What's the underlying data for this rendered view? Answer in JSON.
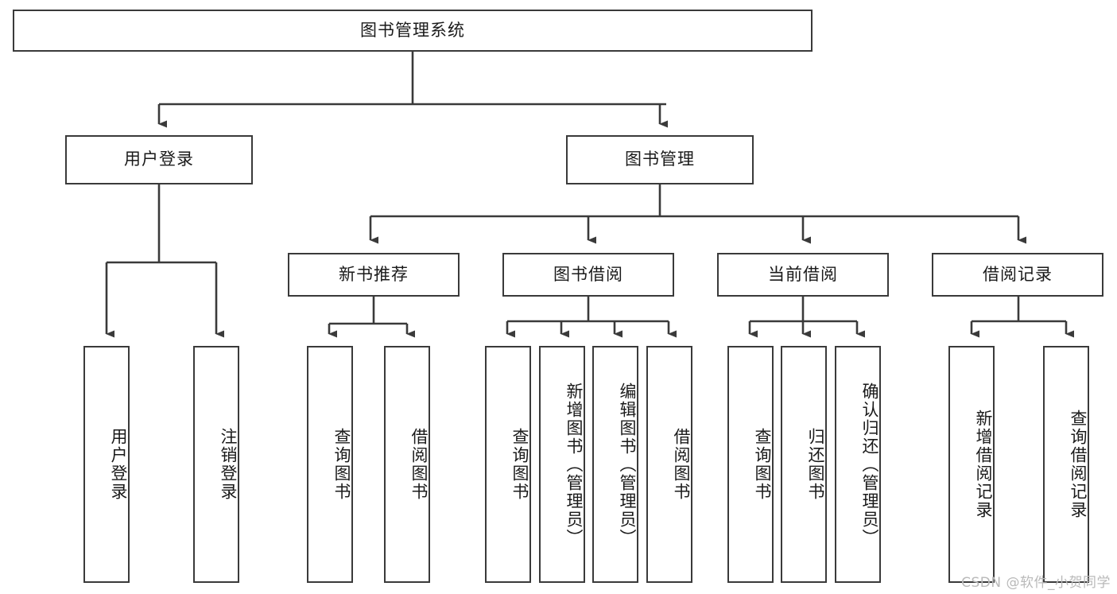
{
  "diagram": {
    "title": "图书管理系统",
    "type": "tree",
    "root": {
      "label": "图书管理系统"
    },
    "level2": [
      {
        "label": "用户登录"
      },
      {
        "label": "图书管理"
      }
    ],
    "level3": [
      {
        "label": "新书推荐"
      },
      {
        "label": "图书借阅"
      },
      {
        "label": "当前借阅"
      },
      {
        "label": "借阅记录"
      }
    ],
    "leaves": {
      "user_login": [
        {
          "label": "用户登录"
        },
        {
          "label": "注销登录"
        }
      ],
      "new_book_recommend": [
        {
          "label": "查询图书"
        },
        {
          "label": "借阅图书"
        }
      ],
      "book_borrow": [
        {
          "label": "查询图书"
        },
        {
          "label": "新增图书（管理员）"
        },
        {
          "label": "编辑图书（管理员）"
        },
        {
          "label": "借阅图书"
        }
      ],
      "current_borrow": [
        {
          "label": "查询图书"
        },
        {
          "label": "归还图书"
        },
        {
          "label": "确认归还（管理员）"
        }
      ],
      "borrow_record": [
        {
          "label": "新增借阅记录"
        },
        {
          "label": "查询借阅记录"
        }
      ]
    }
  },
  "watermark": {
    "text": "CSDN @软件_小贺同学"
  },
  "colors": {
    "stroke": "#3a3a3a",
    "background": "#ffffff",
    "text": "#1a1a1a",
    "watermark": "#b9b9b9"
  }
}
